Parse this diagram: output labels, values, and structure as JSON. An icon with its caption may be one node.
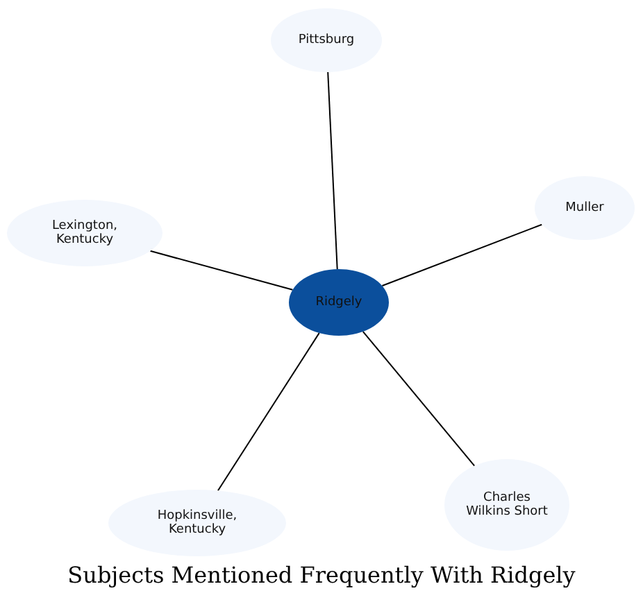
{
  "diagram": {
    "title": "Subjects Mentioned Frequently With Ridgely",
    "nodes": [
      {
        "text": [
          "Pittsburg"
        ]
      },
      {
        "text": [
          "Muller"
        ]
      },
      {
        "text": [
          "Lexington, Kentucky"
        ]
      },
      {
        "text": [
          "Ridgely"
        ]
      },
      {
        "text": [
          "Charles Wilkins Short"
        ]
      },
      {
        "text": [
          "Hopkinsville, Kentucky"
        ]
      }
    ],
    "edges": [
      {
        "from": 3,
        "to": 0,
        "arrow": "none"
      },
      {
        "from": 3,
        "to": 1,
        "arrow": "none"
      },
      {
        "from": 3,
        "to": 2,
        "arrow": "none"
      },
      {
        "from": 3,
        "to": 4,
        "arrow": "none"
      },
      {
        "from": 3,
        "to": 5,
        "arrow": "none"
      }
    ]
  }
}
